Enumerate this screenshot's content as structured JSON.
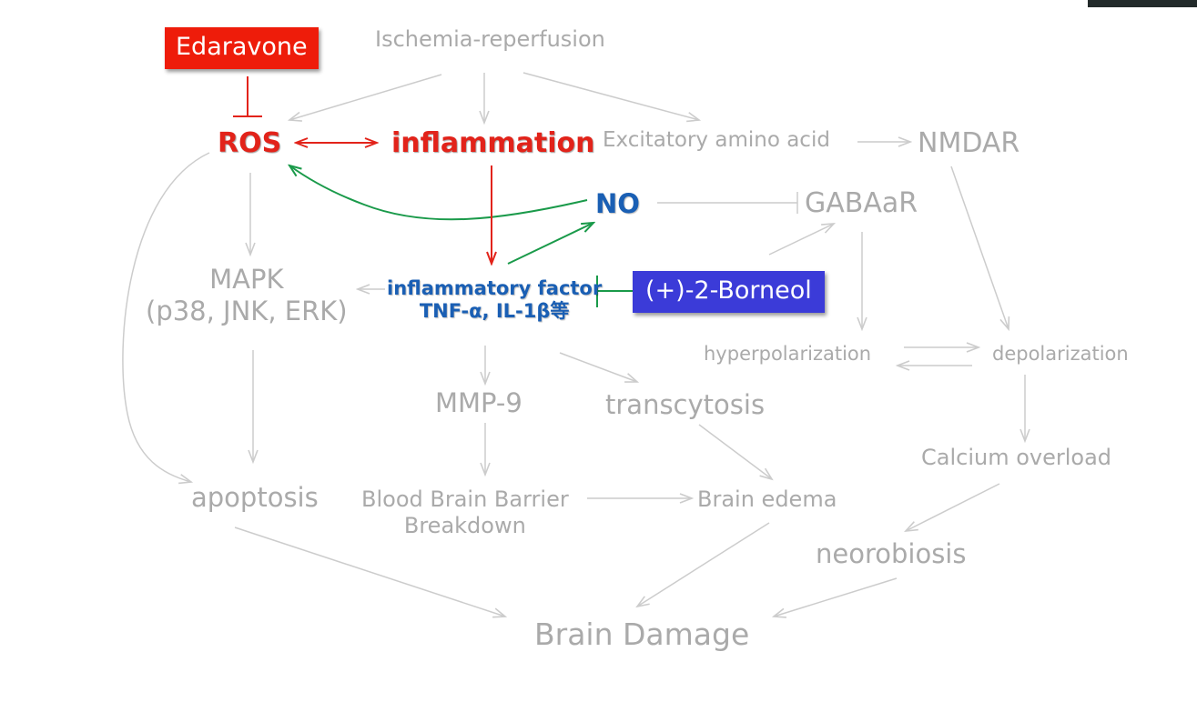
{
  "colors": {
    "background": "#ffffff",
    "grey_text": "#aaaaaa",
    "grey_arrow": "#cccccc",
    "red": "#e2231a",
    "green": "#1a9a4a",
    "blue": "#1a5fb4",
    "edaravone_box": "#ee1c0a",
    "borneol_box": "#3b3bd8"
  },
  "nodes": {
    "edaravone": "Edaravone",
    "ischemia": "Ischemia-reperfusion",
    "ros": "ROS",
    "inflammation": "inflammation",
    "excitatory": "Excitatory amino acid",
    "nmdar": "NMDAR",
    "no": "NO",
    "gabaar": "GABAaR",
    "mapk_line1": "MAPK",
    "mapk_line2": "(p38, JNK, ERK)",
    "inflam_factor_line1": "inflammatory factor",
    "inflam_factor_line2": "TNF-α, IL-1β等",
    "borneol": "(+)-2-Borneol",
    "hyperpolarization": "hyperpolarization",
    "depolarization": "depolarization",
    "mmp9": "MMP-9",
    "transcytosis": "transcytosis",
    "calcium": "Calcium overload",
    "apoptosis": "apoptosis",
    "bbb_line1": "Blood Brain Barrier",
    "bbb_line2": "Breakdown",
    "brain_edema": "Brain edema",
    "neorobiosis": "neorobiosis",
    "brain_damage": "Brain Damage"
  },
  "edges": [
    {
      "from": "edaravone",
      "to": "ros",
      "kind": "inhibit",
      "color": "red"
    },
    {
      "from": "ischemia",
      "to": "ros",
      "kind": "activate",
      "color": "grey"
    },
    {
      "from": "ischemia",
      "to": "inflammation",
      "kind": "activate",
      "color": "grey"
    },
    {
      "from": "ischemia",
      "to": "excitatory",
      "kind": "activate",
      "color": "grey"
    },
    {
      "from": "ros",
      "to": "inflammation",
      "kind": "bidirectional",
      "color": "red"
    },
    {
      "from": "excitatory",
      "to": "nmdar",
      "kind": "activate",
      "color": "grey"
    },
    {
      "from": "no",
      "to": "ros",
      "kind": "activate",
      "color": "green"
    },
    {
      "from": "no",
      "to": "gabaar",
      "kind": "inhibit",
      "color": "grey"
    },
    {
      "from": "inflammation",
      "to": "inflammatory_factor",
      "kind": "activate",
      "color": "red"
    },
    {
      "from": "inflammatory_factor",
      "to": "no",
      "kind": "activate",
      "color": "green"
    },
    {
      "from": "borneol",
      "to": "inflammatory_factor",
      "kind": "inhibit",
      "color": "green"
    },
    {
      "from": "borneol",
      "to": "gabaar",
      "kind": "activate",
      "color": "grey"
    },
    {
      "from": "ros",
      "to": "mapk",
      "kind": "activate",
      "color": "grey"
    },
    {
      "from": "ros",
      "to": "apoptosis",
      "kind": "activate",
      "color": "grey"
    },
    {
      "from": "inflammatory_factor",
      "to": "mapk",
      "kind": "activate",
      "color": "grey"
    },
    {
      "from": "inflammatory_factor",
      "to": "mmp9",
      "kind": "activate",
      "color": "grey"
    },
    {
      "from": "inflammatory_factor",
      "to": "transcytosis",
      "kind": "activate",
      "color": "grey"
    },
    {
      "from": "gabaar",
      "to": "hyperpolarization",
      "kind": "activate",
      "color": "grey"
    },
    {
      "from": "nmdar",
      "to": "depolarization",
      "kind": "activate",
      "color": "grey"
    },
    {
      "from": "hyperpolarization",
      "to": "depolarization",
      "kind": "activate",
      "color": "grey"
    },
    {
      "from": "depolarization",
      "to": "hyperpolarization",
      "kind": "activate",
      "color": "grey"
    },
    {
      "from": "depolarization",
      "to": "calcium",
      "kind": "activate",
      "color": "grey"
    },
    {
      "from": "mapk",
      "to": "apoptosis",
      "kind": "activate",
      "color": "grey"
    },
    {
      "from": "mmp9",
      "to": "bbb",
      "kind": "activate",
      "color": "grey"
    },
    {
      "from": "transcytosis",
      "to": "brain_edema",
      "kind": "activate",
      "color": "grey"
    },
    {
      "from": "bbb",
      "to": "brain_edema",
      "kind": "activate",
      "color": "grey"
    },
    {
      "from": "calcium",
      "to": "neorobiosis",
      "kind": "activate",
      "color": "grey"
    },
    {
      "from": "apoptosis",
      "to": "brain_damage",
      "kind": "activate",
      "color": "grey"
    },
    {
      "from": "brain_edema",
      "to": "brain_damage",
      "kind": "activate",
      "color": "grey"
    },
    {
      "from": "neorobiosis",
      "to": "brain_damage",
      "kind": "activate",
      "color": "grey"
    }
  ]
}
